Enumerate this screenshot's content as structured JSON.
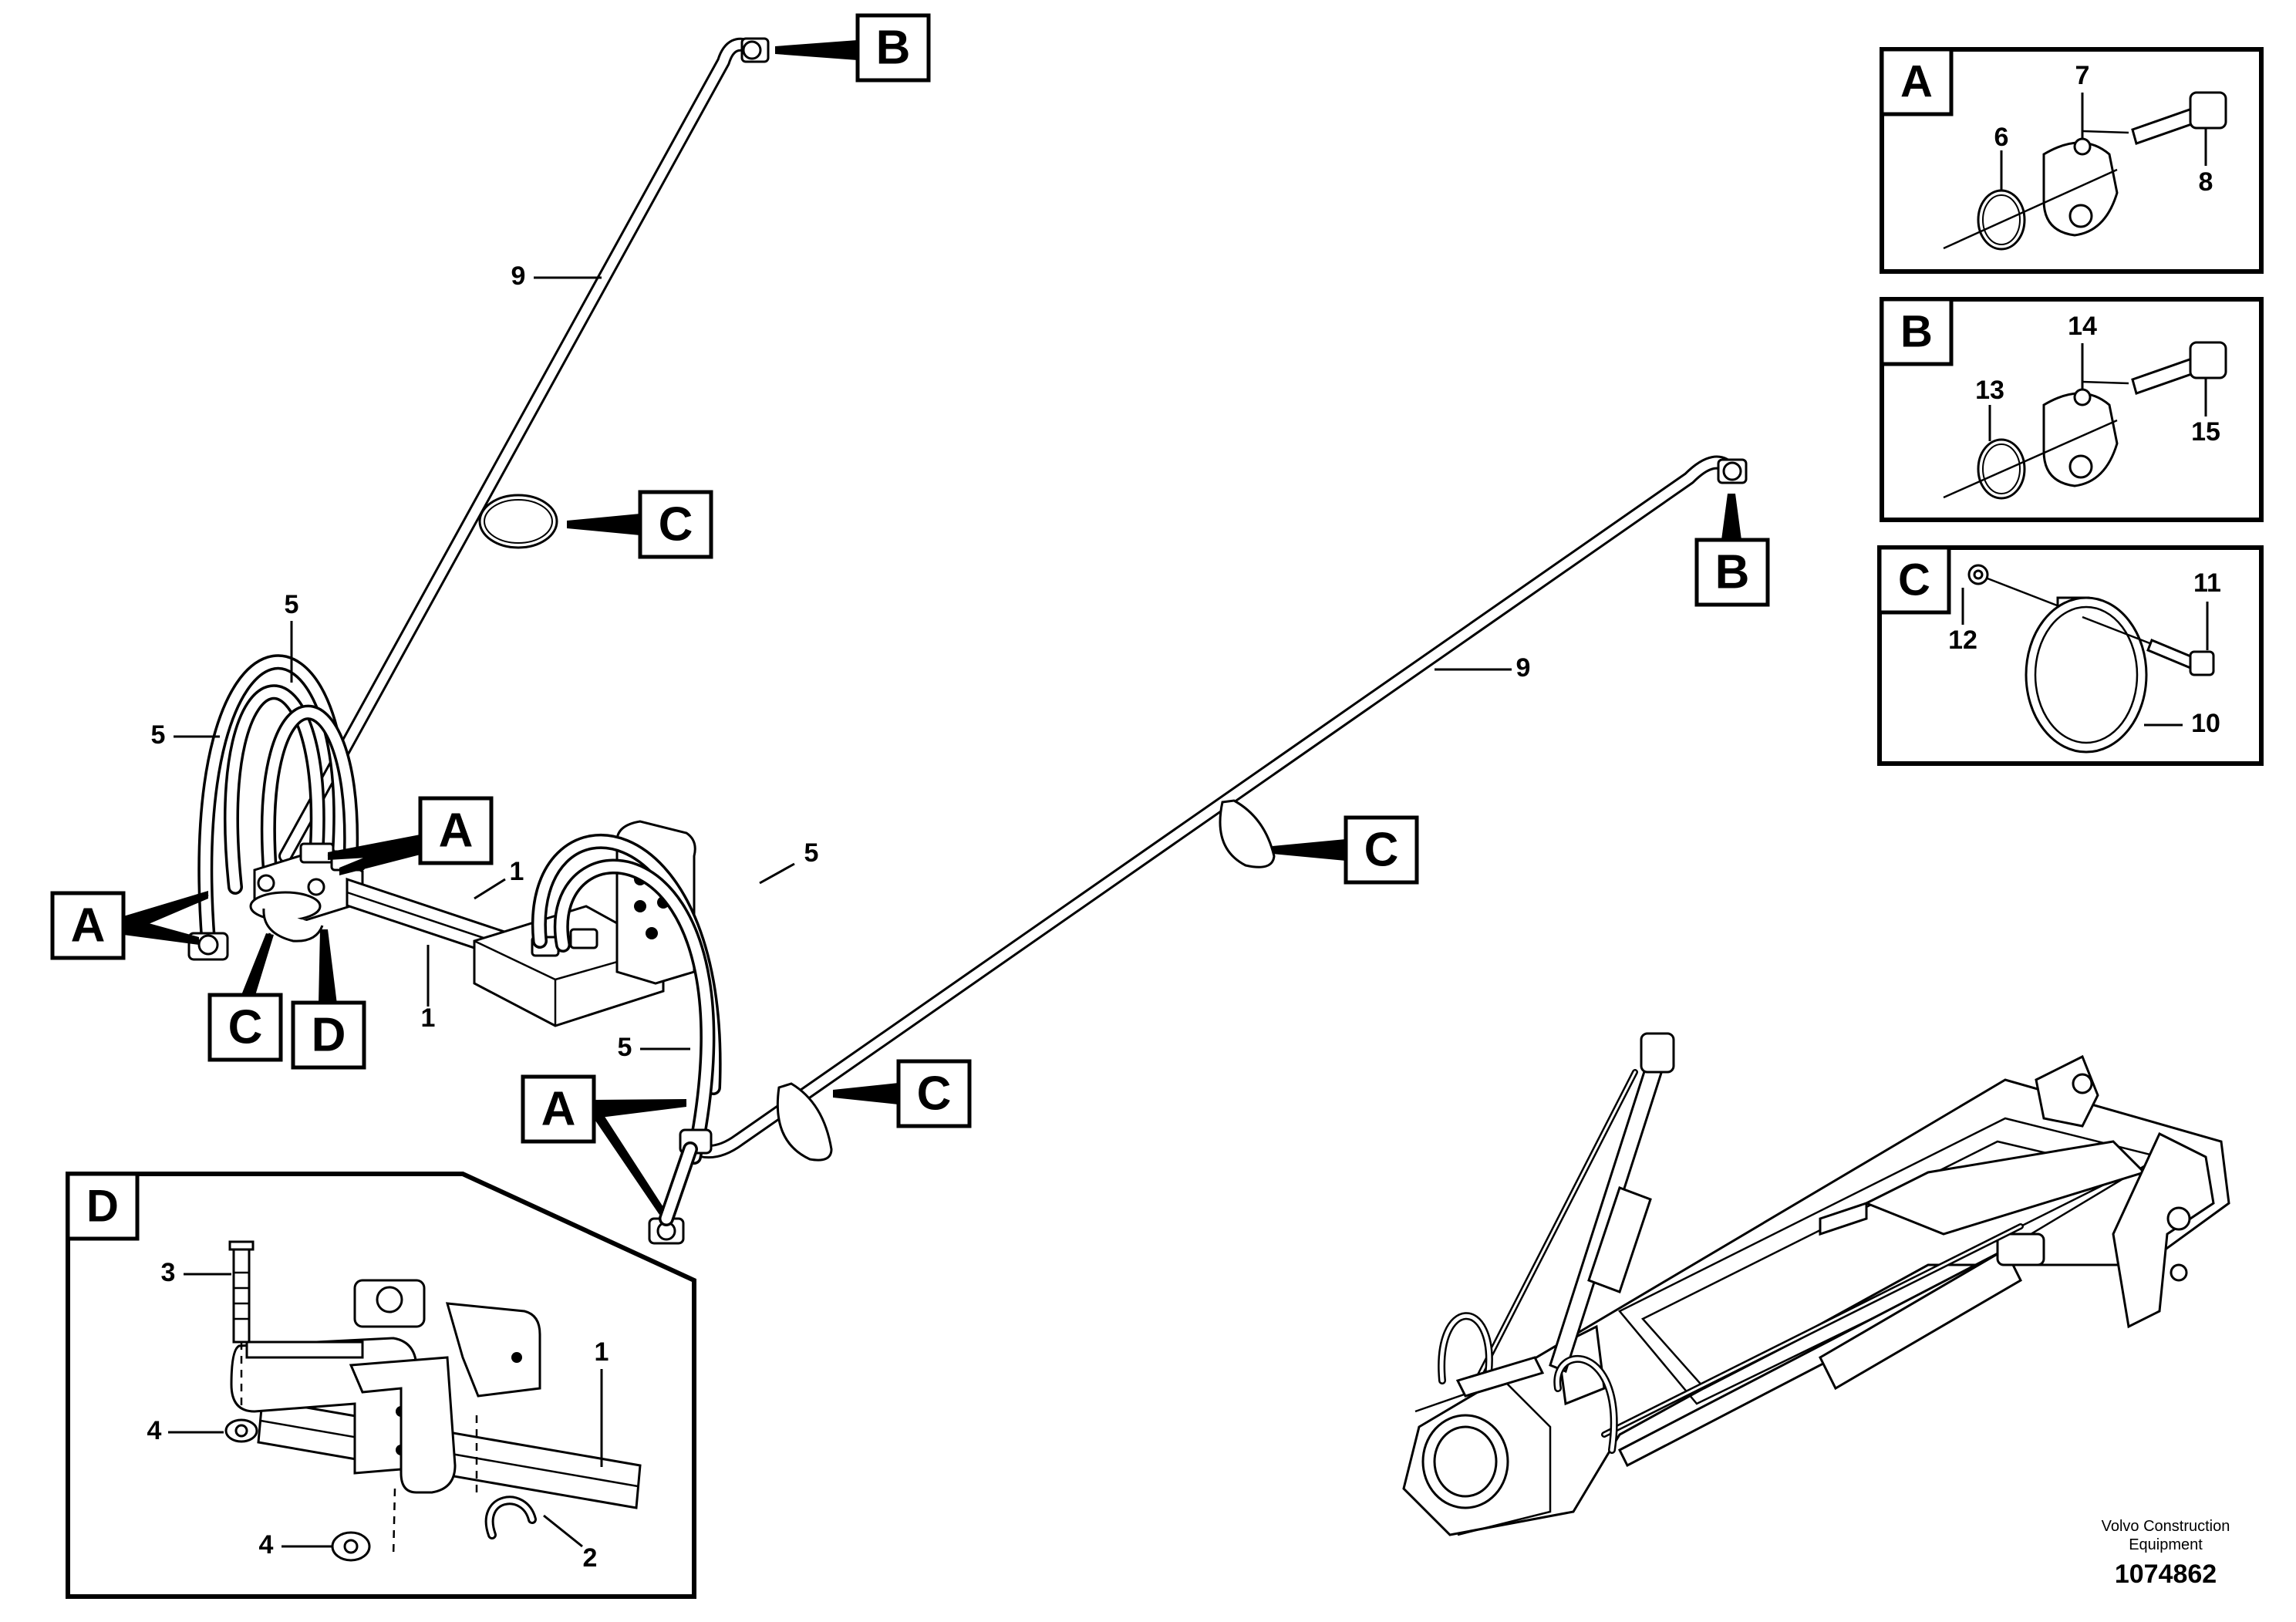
{
  "callouts": {
    "a1": "A",
    "a2": "A",
    "a3": "A",
    "b1": "B",
    "b2": "B",
    "c1": "C",
    "c2": "C",
    "c3": "C",
    "c4": "C",
    "d1": "D"
  },
  "part_numbers": {
    "n9_top": "9",
    "n9_right": "9",
    "n5_top": "5",
    "n5_left": "5",
    "n5_right": "5",
    "n5_bottom": "5",
    "n1_upper": "1",
    "n1_lower": "1"
  },
  "detail_a": {
    "letter": "A",
    "labels": [
      "6",
      "7",
      "8"
    ]
  },
  "detail_b": {
    "letter": "B",
    "labels": [
      "13",
      "14",
      "15"
    ]
  },
  "detail_c": {
    "letter": "C",
    "labels": [
      "12",
      "11",
      "10"
    ]
  },
  "detail_d": {
    "letter": "D",
    "labels": [
      "3",
      "4",
      "4",
      "1",
      "2"
    ]
  },
  "footer": {
    "company_line1": "Volvo Construction",
    "company_line2": "Equipment",
    "drawing_number": "1074862"
  }
}
